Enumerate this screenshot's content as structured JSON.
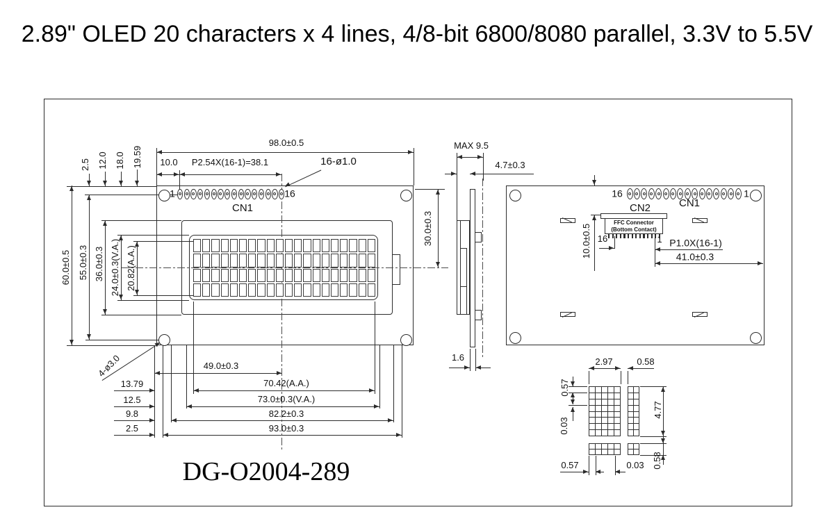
{
  "title": "2.89\" OLED 20 characters x 4 lines, 4/8-bit 6800/8080 parallel, 3.3V to 5.5V",
  "part_number": "DG-O2004-289",
  "front_view": {
    "cn1": "CN1",
    "pin1": "1",
    "pin16": "16",
    "dims": {
      "w98": "98.0±0.5",
      "p10": "10.0",
      "pitch": "P2.54X(16-1)=38.1",
      "hole16": "16-ø1.0",
      "t1": "2.5",
      "t2": "12.0",
      "t3": "18.0",
      "t4": "19.59",
      "h60": "60.0±0.5",
      "h55": "55.0±0.3",
      "h36": "36.0±0.3",
      "h24": "24.0±0.3(V.A.)",
      "h2082": "20.82(A.A.)",
      "mount": "4-ø3.0",
      "b1": "13.79",
      "b2": "12.5",
      "b3": "9.8",
      "b4": "2.5",
      "w49": "49.0±0.3",
      "w7042": "70.42(A.A.)",
      "w73": "73.0±0.3(V.A.)",
      "w822": "82.2±0.3",
      "w93": "93.0±0.3"
    }
  },
  "side_view": {
    "dims": {
      "max": "MAX  9.5",
      "off47": "4.7±0.3",
      "h30": "30.0±0.3",
      "t16": "1.6"
    }
  },
  "back_view": {
    "cn1": "CN1",
    "cn2": "CN2",
    "pin16": "16",
    "pin1": "1",
    "ffc1": "FFC Connector",
    "ffc2": "(Bottom Contact)",
    "c16": "16",
    "c1": "1",
    "dims": {
      "pitch": "P1.0X(16-1)",
      "w41": "41.0±0.3",
      "h10": "10.0±0.5"
    }
  },
  "cell_detail": {
    "dims": {
      "w297": "2.97",
      "w058t": "0.58",
      "h057": "0.57",
      "g003": "0.03",
      "h477": "4.77",
      "h058b": "0.58",
      "w057": "0.57",
      "w003": "0.03"
    }
  },
  "geometry": {
    "front_pins": 16,
    "back_pins": 16,
    "char_cols": 20,
    "char_rows": 4,
    "dot_cols": 5,
    "dot_rows": 8,
    "gap_cols": 2,
    "gap_rows": 2,
    "ffc_teeth": 14
  }
}
